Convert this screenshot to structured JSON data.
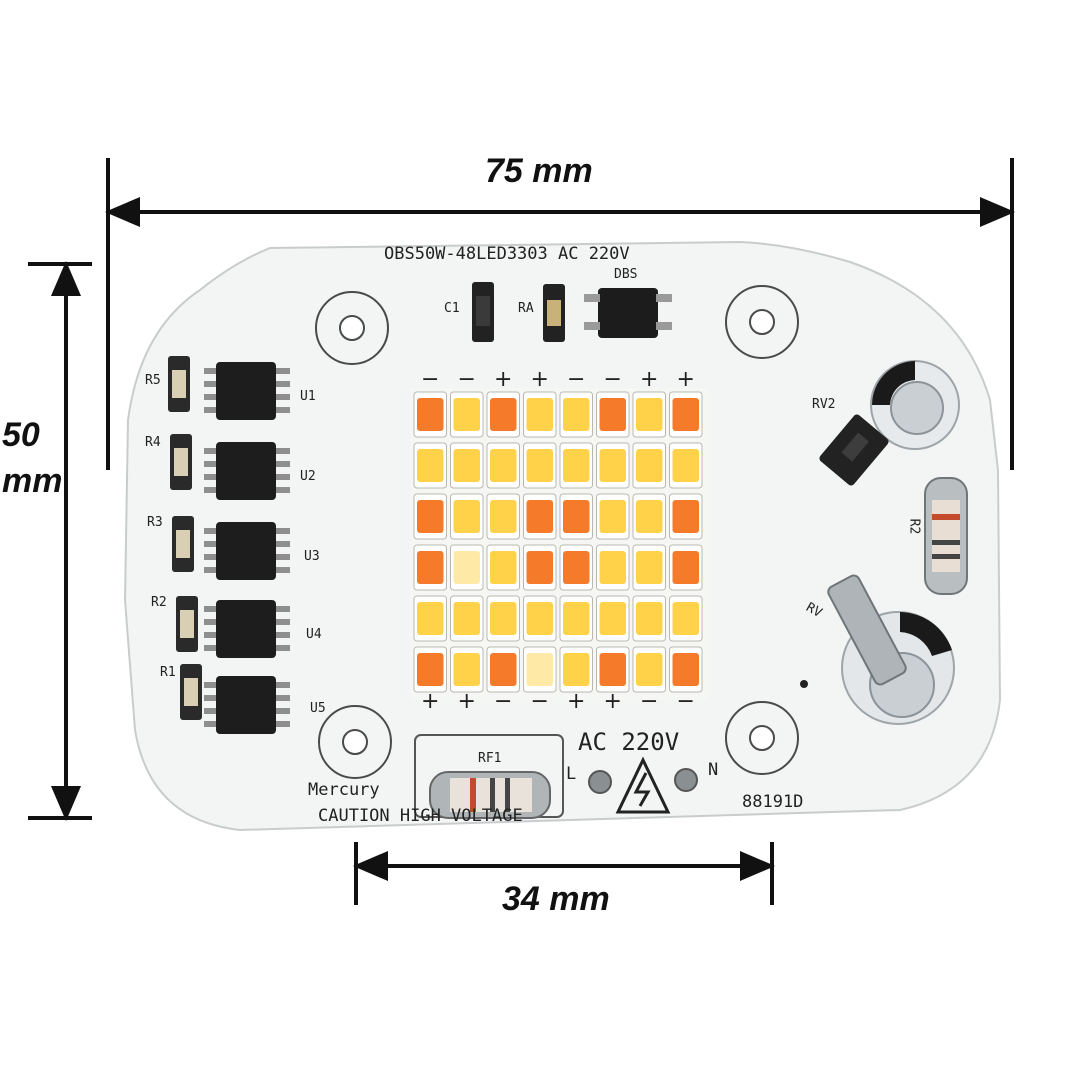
{
  "dimensions": {
    "width": "75 mm",
    "height_value": "50",
    "height_unit": "mm",
    "spacing": "34 mm"
  },
  "board": {
    "model_text": "OBS50W-48LED3303 AC 220V",
    "brand": "Mercury",
    "caution": "CAUTION HIGH VOLTAGE",
    "voltage": "AC 220V",
    "serial": "88191D",
    "terminal_left": "L",
    "terminal_right": "N"
  },
  "components": {
    "c1": "C1",
    "ra": "RA",
    "dbs": "DBS",
    "rv2": "RV2",
    "rv1": "RV",
    "rf1": "RF1",
    "r2b": "R2",
    "resistors": [
      "R5",
      "R4",
      "R3",
      "R2",
      "R1"
    ],
    "ics": [
      "U1",
      "U2",
      "U3",
      "U4",
      "U5"
    ]
  },
  "led_array": {
    "columns": 8,
    "rows": 6,
    "top_polarity": [
      "−",
      "−",
      "+",
      "+",
      "−",
      "−",
      "+",
      "+"
    ],
    "bottom_polarity": [
      "+",
      "+",
      "−",
      "−",
      "+",
      "+",
      "−",
      "−"
    ],
    "colors": {
      "warm": "#f57a2a",
      "neutral": "#ffd24a",
      "pale": "#ffe9a6"
    },
    "grid": [
      [
        "warm",
        "neutral",
        "warm",
        "neutral",
        "neutral",
        "warm",
        "neutral",
        "warm"
      ],
      [
        "neutral",
        "neutral",
        "neutral",
        "neutral",
        "neutral",
        "neutral",
        "neutral",
        "neutral"
      ],
      [
        "warm",
        "neutral",
        "neutral",
        "warm",
        "warm",
        "neutral",
        "neutral",
        "warm"
      ],
      [
        "warm",
        "pale",
        "neutral",
        "warm",
        "warm",
        "neutral",
        "neutral",
        "warm"
      ],
      [
        "neutral",
        "neutral",
        "neutral",
        "neutral",
        "neutral",
        "neutral",
        "neutral",
        "neutral"
      ],
      [
        "warm",
        "neutral",
        "warm",
        "pale",
        "neutral",
        "warm",
        "neutral",
        "warm"
      ]
    ]
  }
}
